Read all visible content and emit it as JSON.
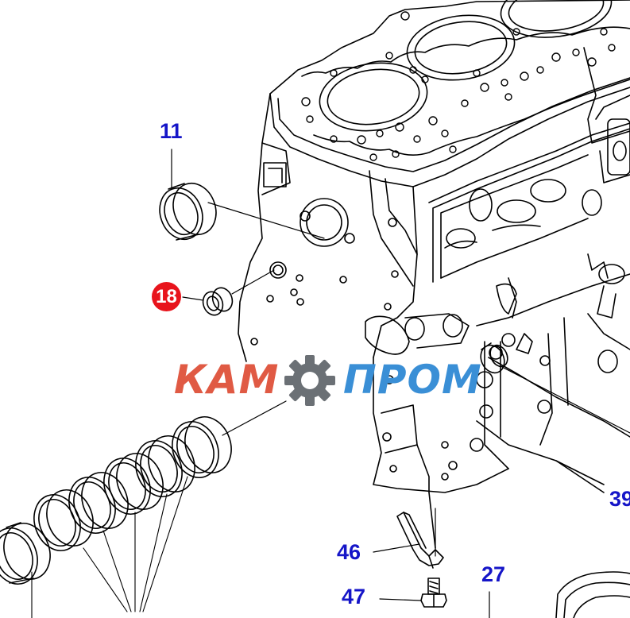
{
  "callouts": {
    "c11": "11",
    "c18": "18",
    "c39": "39",
    "c46": "46",
    "c47": "47",
    "c27": "27"
  },
  "watermark": {
    "left_text": "КАМ",
    "right_text": "ПРОМ",
    "left_color": "#e05a44",
    "right_color": "#3a8fd6",
    "gear_color": "#6b7075"
  },
  "colors": {
    "callout_blue": "#1515c8",
    "callout_red_badge": "#e8141c",
    "line": "#000000"
  }
}
